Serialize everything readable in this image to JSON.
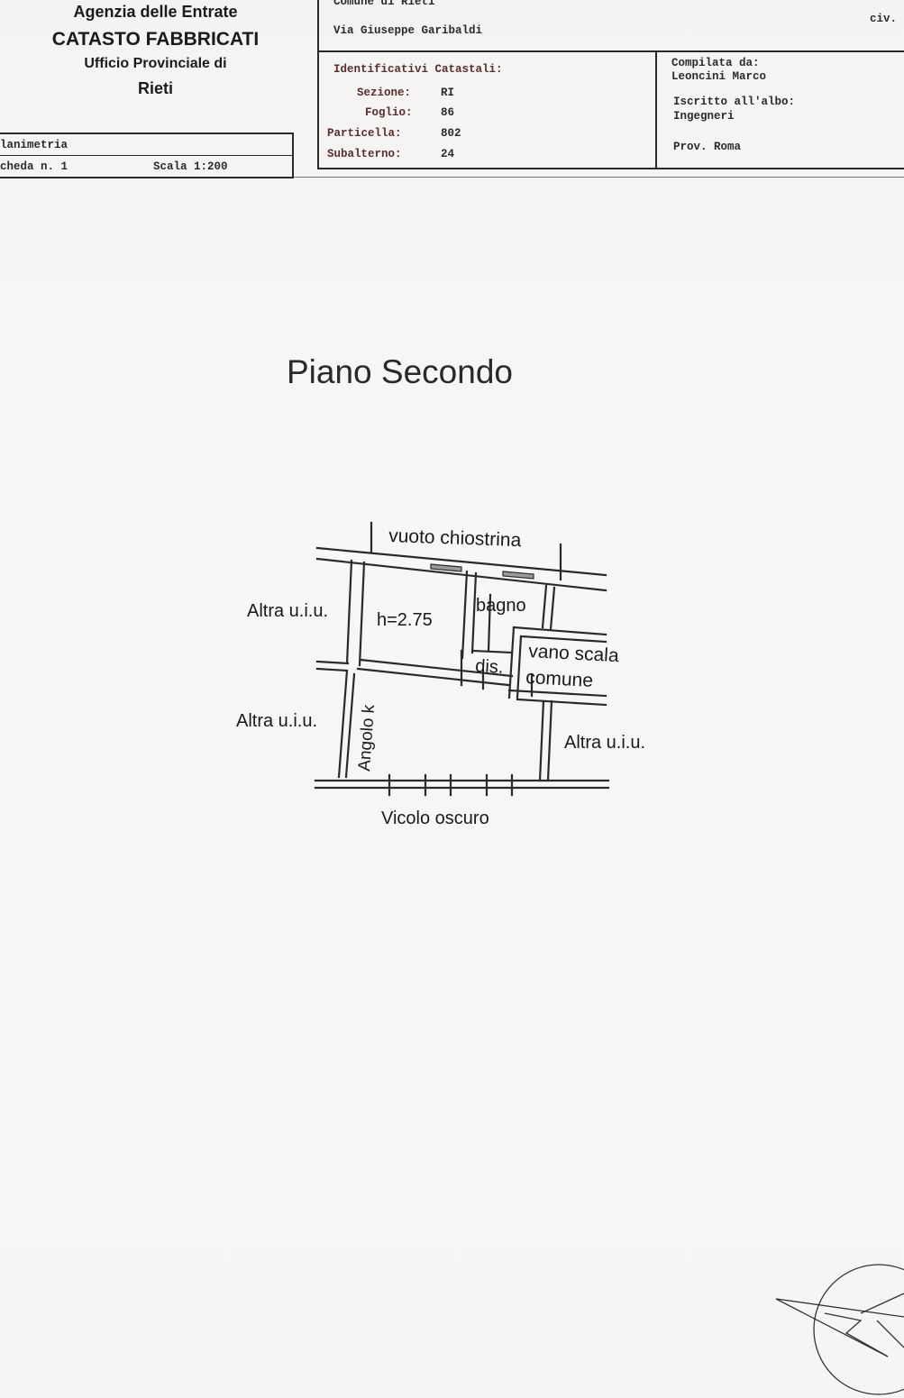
{
  "header": {
    "agency": {
      "line1": "Agenzia delle Entrate",
      "line2": "CATASTO FABBRICATI",
      "line3": "Ufficio Provinciale di",
      "line4": "Rieti"
    },
    "comune": "Comune di Rieti",
    "via": "Via Giuseppe Garibaldi",
    "civ": "civ.",
    "planimetria": "lanimetria",
    "scheda": "cheda n. 1",
    "scala": "Scala 1:200",
    "identificativi": {
      "title": "Identificativi Catastali:",
      "sezione_label": "Sezione:",
      "sezione_value": "RI",
      "foglio_label": "Foglio:",
      "foglio_value": "86",
      "particella_label": "Particella:",
      "particella_value": "802",
      "subalterno_label": "Subalterno:",
      "subalterno_value": "24"
    },
    "compilata": {
      "label": "Compilata da:",
      "name": "Leoncini Marco",
      "albo_label": "Iscritto all'albo:",
      "albo_value": "Ingegneri",
      "prov": "Prov. Roma"
    }
  },
  "floor_title": "Piano Secondo",
  "plan": {
    "vuoto": "vuoto chiostrina",
    "height": "h=2.75",
    "bagno": "bagno",
    "altra_top_left": "Altra u.i.u.",
    "altra_mid_left": "Altra u.i.u.",
    "altra_right": "Altra u.i.u.",
    "vano_scala": "vano scala",
    "comune": "comune",
    "dis": "dis.",
    "angolo": "Angolo k",
    "vicolo": "Vicolo oscuro"
  }
}
